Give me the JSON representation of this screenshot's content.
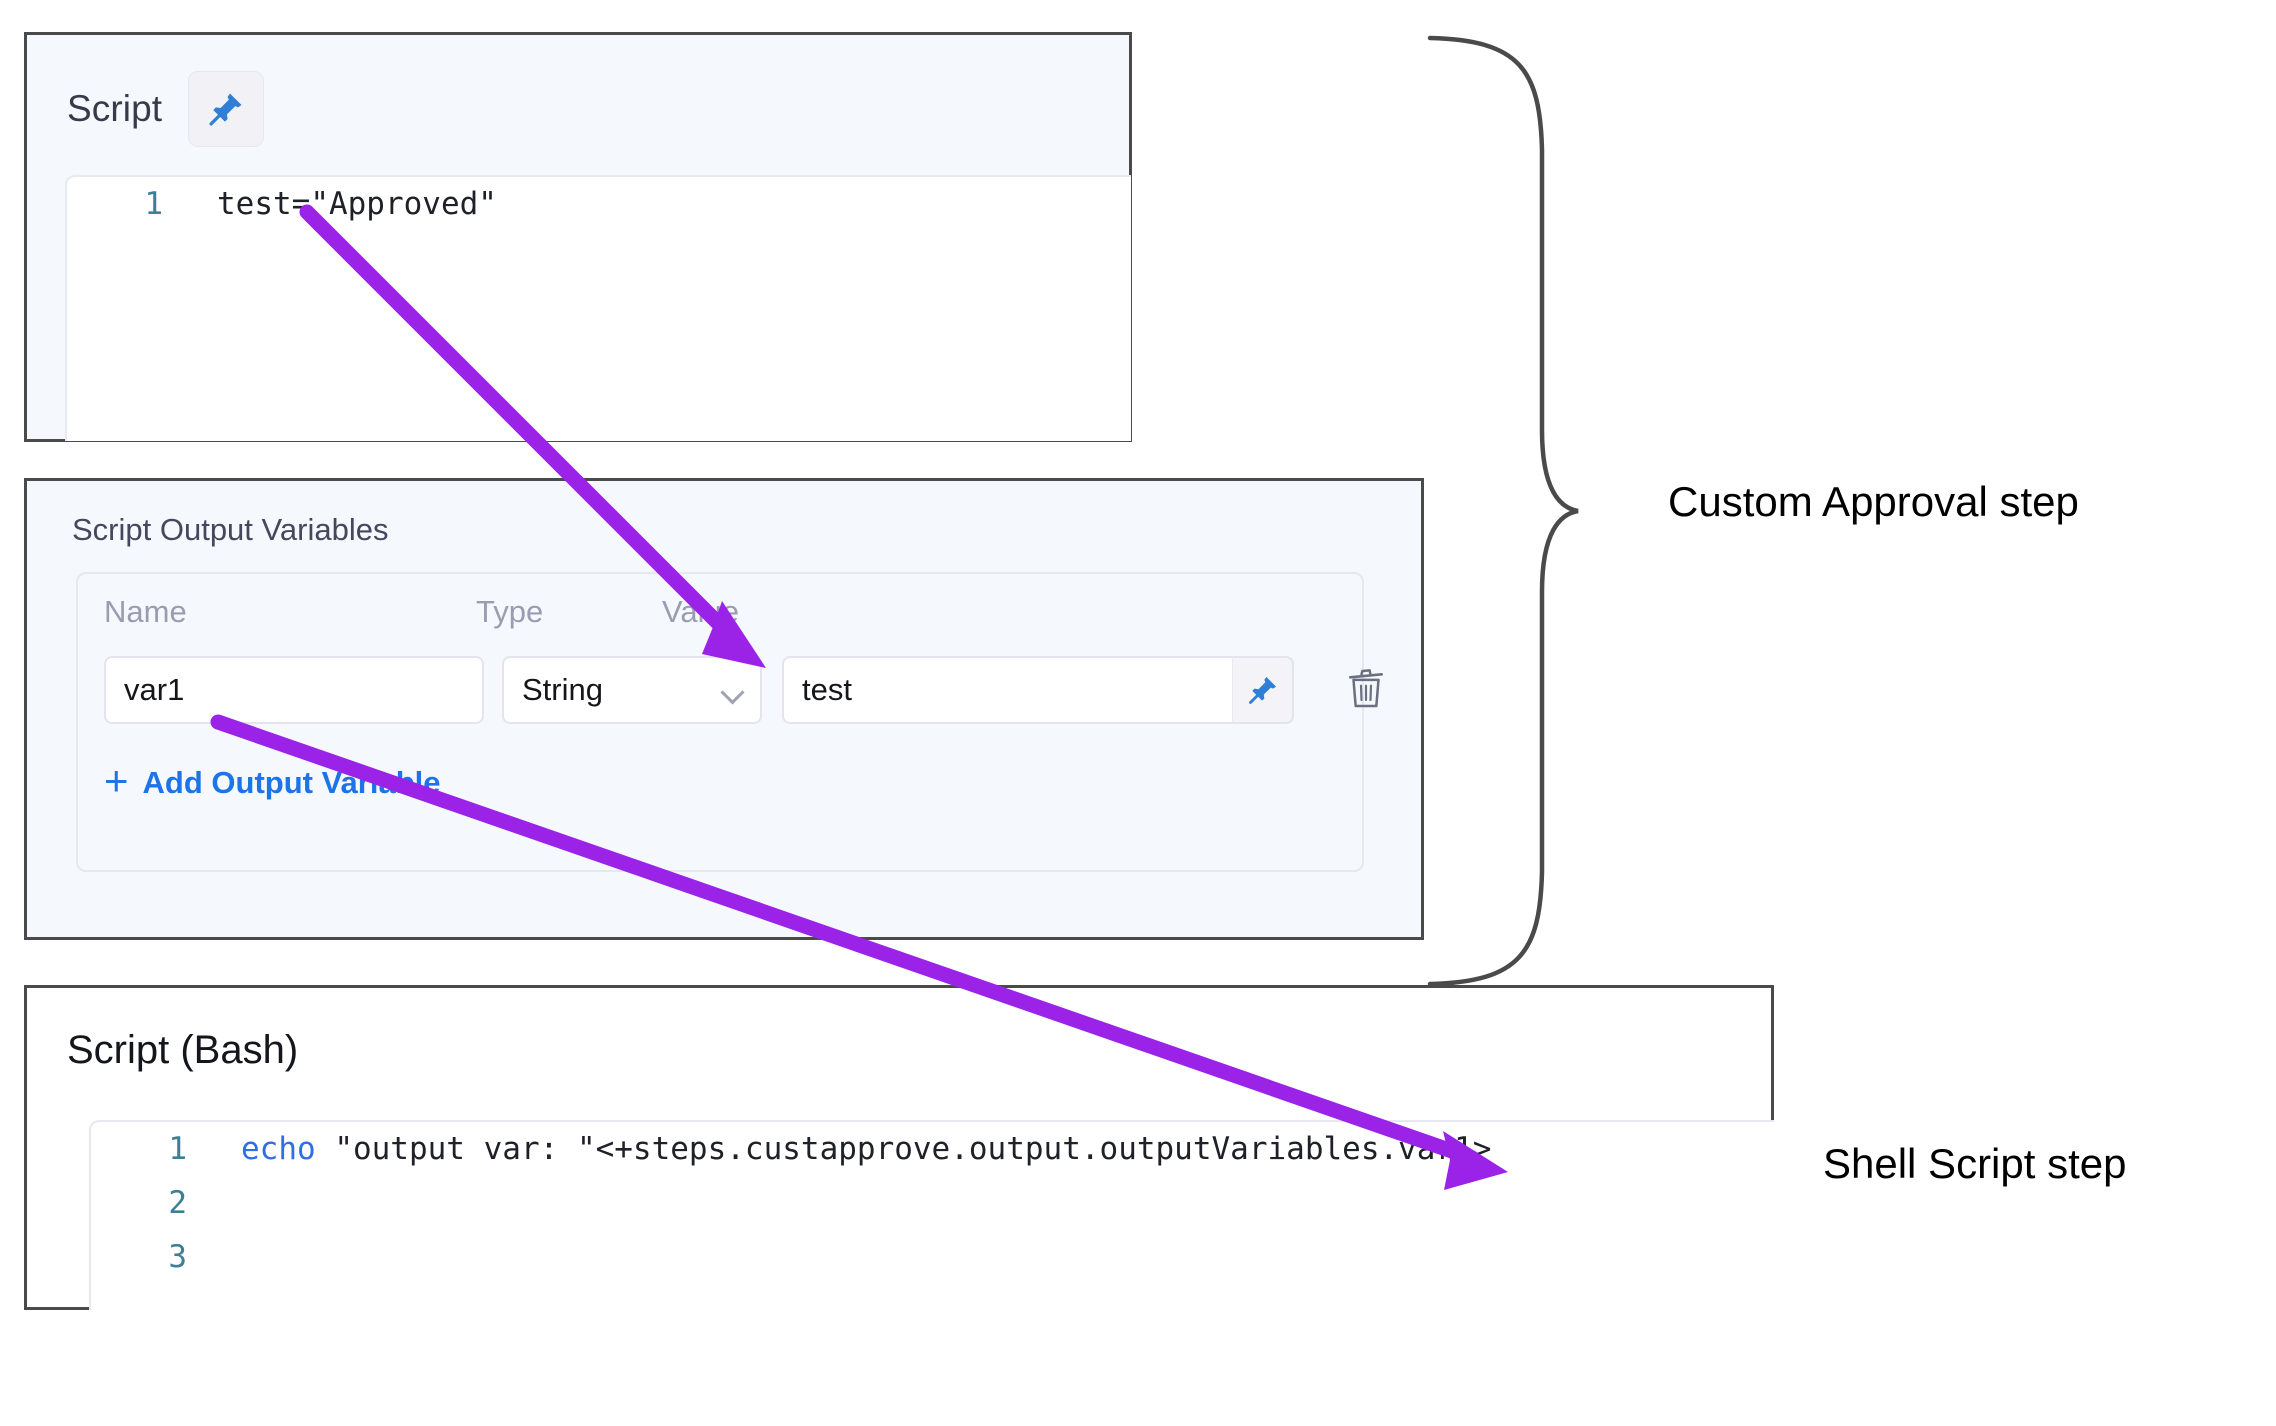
{
  "colors": {
    "arrow": "#9b23e8",
    "brace": "#4a4a4a",
    "link": "#1c74e8",
    "panel_border": "#4a4a4a",
    "panel_tint": "#f5f9fd",
    "gutter_text": "#3d7f96",
    "keyword": "#2f6fe4",
    "pin": "#2f7fd6"
  },
  "script_panel": {
    "title": "Script",
    "pin_icon": "pushpin-icon",
    "code": [
      {
        "num": "1",
        "text": "test=\"Approved\""
      }
    ]
  },
  "output_variables_panel": {
    "title": "Script Output Variables",
    "columns": [
      "Name",
      "Type",
      "Value"
    ],
    "rows": [
      {
        "name": "var1",
        "type": "String",
        "value": "test",
        "pin_icon": "pushpin-icon",
        "delete_icon": "trash-icon",
        "chevron_icon": "chevron-down-icon"
      }
    ],
    "add_link": "Add Output Variable",
    "add_icon": "plus-icon"
  },
  "bash_panel": {
    "title": "Script (Bash)",
    "code": [
      {
        "num": "1",
        "keyword": "echo",
        "text": " \"output var: \"<+steps.custapprove.output.outputVariables.var1>"
      },
      {
        "num": "2",
        "keyword": "",
        "text": ""
      },
      {
        "num": "3",
        "keyword": "",
        "text": ""
      }
    ]
  },
  "annotations": {
    "custom_approval": "Custom Approval step",
    "shell_script": "Shell Script step",
    "brace_icon": "curly-brace-icon",
    "arrow_1": "arrow-script-to-value",
    "arrow_2": "arrow-var1-to-expression"
  }
}
